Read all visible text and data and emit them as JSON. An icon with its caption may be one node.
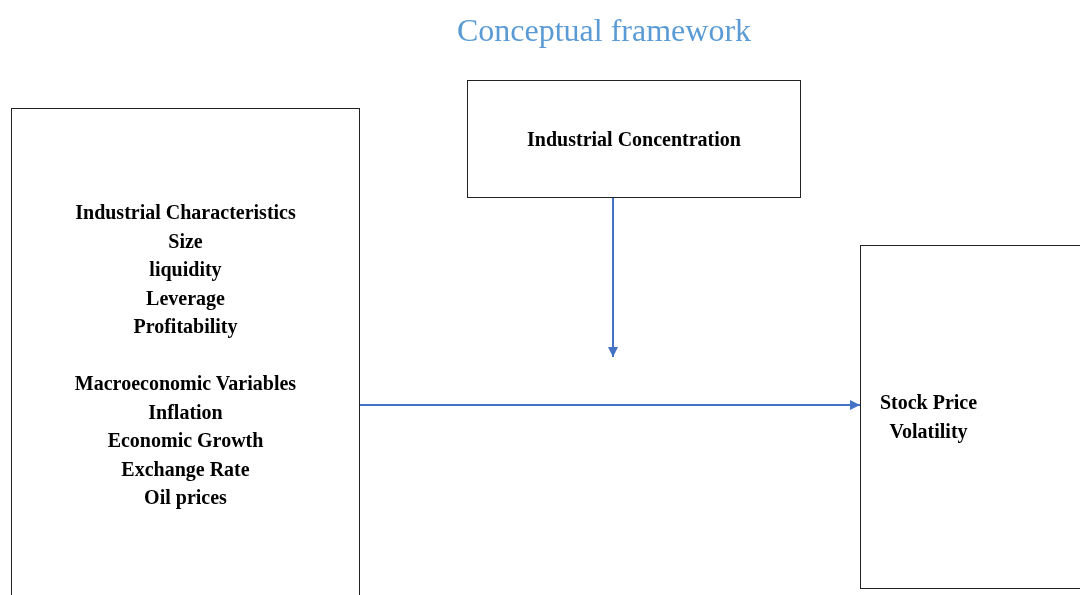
{
  "diagram": {
    "title": "Conceptual framework",
    "nodes": [
      {
        "text": [
          "Industrial Characteristics",
          "Size",
          "liquidity",
          "Leverage",
          "Profitability",
          "Macroeconomic Variables",
          "Inflation",
          "Economic Growth",
          "Exchange Rate",
          "Oil prices"
        ]
      },
      {
        "text": [
          "Industrial Concentration"
        ]
      },
      {
        "text": [
          "Stock Price Volatility"
        ]
      }
    ],
    "edges": [
      {
        "from": 0,
        "to": 2,
        "arrow": "to"
      },
      {
        "from": 1,
        "to": null,
        "arrow": "to"
      }
    ]
  }
}
